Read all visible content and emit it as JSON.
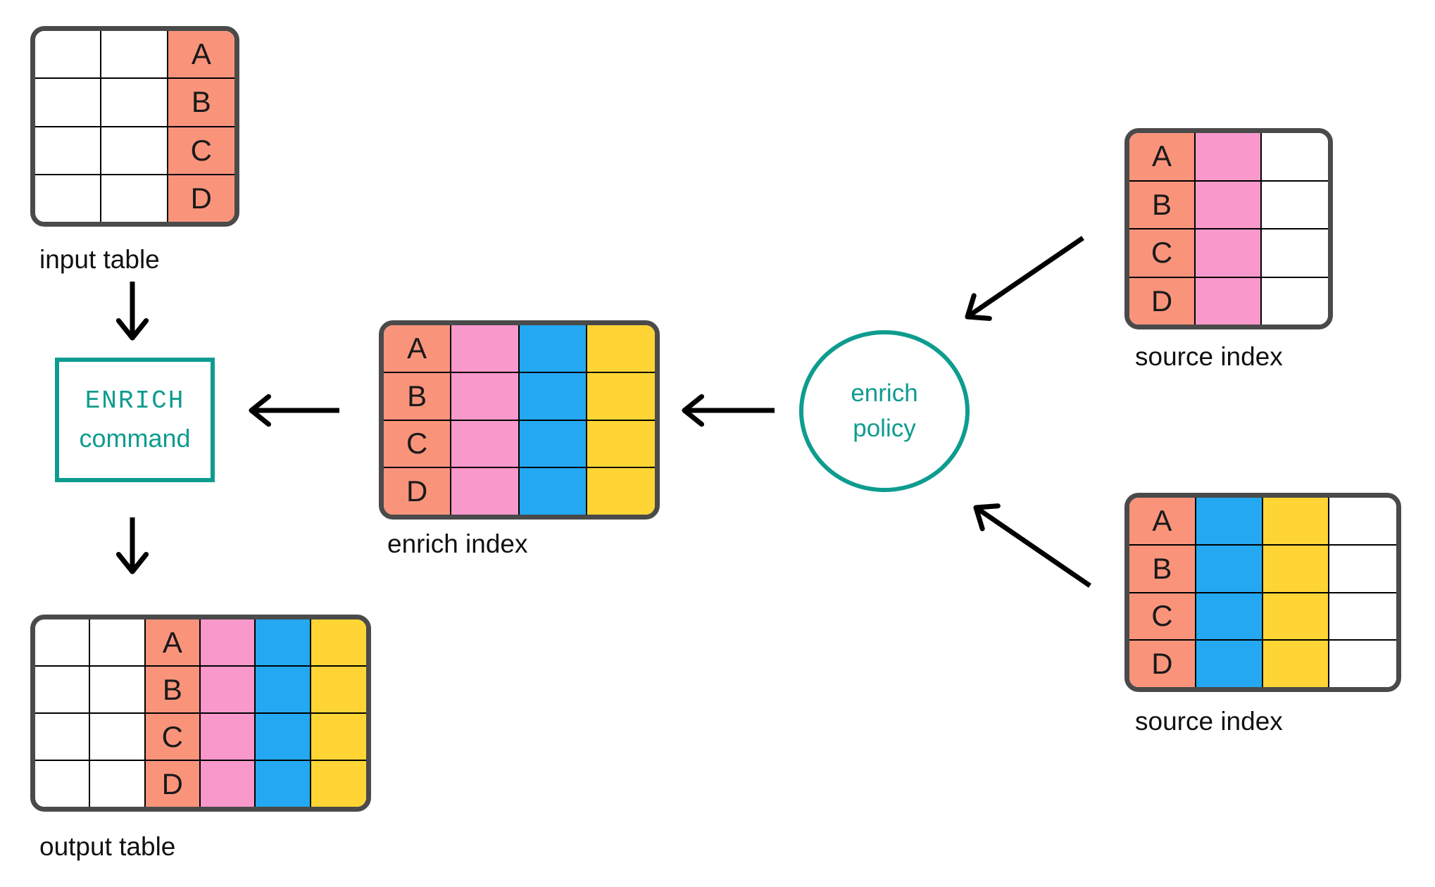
{
  "colors": {
    "white": "#ffffff",
    "salmon": "#f9947b",
    "pink": "#f898cb",
    "blue": "#23a8f1",
    "yellow": "#ffd535",
    "teal": "#0e9c8f",
    "table_border": "#4a4a4a",
    "grid_line": "#000000",
    "arrow": "#000000"
  },
  "tables": {
    "input": {
      "label": "input table",
      "rows": [
        "A",
        "B",
        "C",
        "D"
      ],
      "columns": [
        "white",
        "white",
        "salmon"
      ],
      "letter_column": 2
    },
    "enrich_index": {
      "label": "enrich index",
      "rows": [
        "A",
        "B",
        "C",
        "D"
      ],
      "columns": [
        "salmon",
        "pink",
        "blue",
        "yellow"
      ],
      "letter_column": 0
    },
    "source_top": {
      "label": "source index",
      "rows": [
        "A",
        "B",
        "C",
        "D"
      ],
      "columns": [
        "salmon",
        "pink",
        "white"
      ],
      "letter_column": 0
    },
    "source_bottom": {
      "label": "source index",
      "rows": [
        "A",
        "B",
        "C",
        "D"
      ],
      "columns": [
        "salmon",
        "blue",
        "yellow",
        "white"
      ],
      "letter_column": 0
    },
    "output": {
      "label": "output table",
      "rows": [
        "A",
        "B",
        "C",
        "D"
      ],
      "columns": [
        "white",
        "white",
        "salmon",
        "pink",
        "blue",
        "yellow"
      ],
      "letter_column": 2
    }
  },
  "nodes": {
    "enrich_command": {
      "line1": "ENRICH",
      "line2": "command"
    },
    "enrich_policy": {
      "line1": "enrich",
      "line2": "policy"
    }
  },
  "arrows": [
    {
      "from": "input-table",
      "to": "enrich-command"
    },
    {
      "from": "enrich-index",
      "to": "enrich-command"
    },
    {
      "from": "enrich-policy",
      "to": "enrich-index"
    },
    {
      "from": "source-index-top",
      "to": "enrich-policy"
    },
    {
      "from": "source-index-bottom",
      "to": "enrich-policy"
    },
    {
      "from": "enrich-command",
      "to": "output-table"
    }
  ]
}
